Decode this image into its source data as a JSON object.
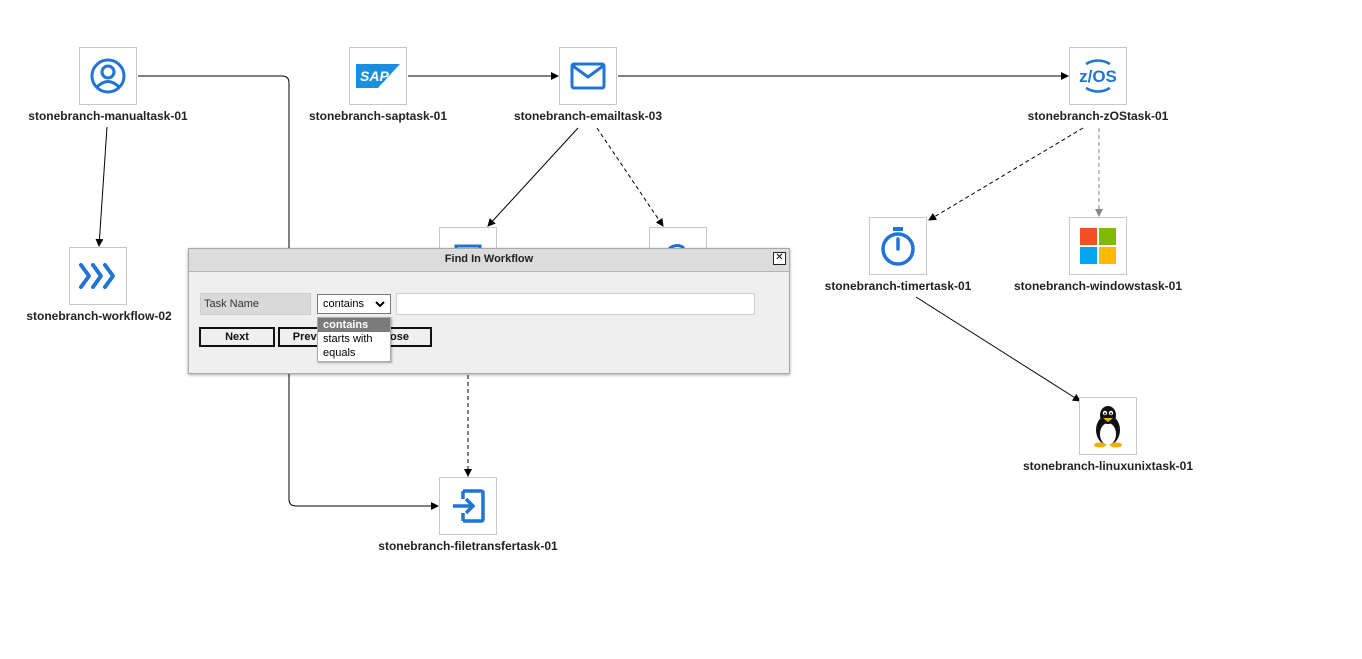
{
  "workflow": {
    "nodes": [
      {
        "id": "manualtask",
        "name": "stonebranch-manualtask-01",
        "icon": "person-circle-icon"
      },
      {
        "id": "saptask",
        "name": "stonebranch-saptask-01",
        "icon": "sap-logo-icon"
      },
      {
        "id": "emailtask",
        "name": "stonebranch-emailtask-03",
        "icon": "envelope-icon"
      },
      {
        "id": "zostask",
        "name": "stonebranch-zOStask-01",
        "icon": "zos-logo-icon",
        "icon_text": "z/OS"
      },
      {
        "id": "workflow",
        "name": "stonebranch-workflow-02",
        "icon": "workflow-chevrons-icon"
      },
      {
        "id": "timertask",
        "name": "stonebranch-timertask-01",
        "icon": "stopwatch-icon"
      },
      {
        "id": "windowstask",
        "name": "stonebranch-windowstask-01",
        "icon": "windows-logo-icon"
      },
      {
        "id": "linuxunixtask",
        "name": "stonebranch-linuxunixtask-01",
        "icon": "tux-penguin-icon"
      },
      {
        "id": "filetransfertask",
        "name": "stonebranch-filetransfertask-01",
        "icon": "file-transfer-login-icon"
      },
      {
        "id": "hidden-task-1",
        "name": "",
        "icon": "task-icon"
      },
      {
        "id": "hidden-task-2",
        "name": "",
        "icon": "task-icon"
      }
    ],
    "sap_logo_text": "SAP",
    "colors": {
      "icon_blue": "#1f74d6",
      "connector": "#000000",
      "connector_dashed_gray": "#888888"
    }
  },
  "find_dialog": {
    "title": "Find In Workflow",
    "close_icon": "close-x-icon",
    "field_label": "Task Name",
    "match_mode": "contains",
    "match_options": [
      "contains",
      "starts with",
      "equals"
    ],
    "search_value": "",
    "buttons": {
      "next": "Next",
      "previous": "Previous",
      "close": "Close"
    }
  }
}
